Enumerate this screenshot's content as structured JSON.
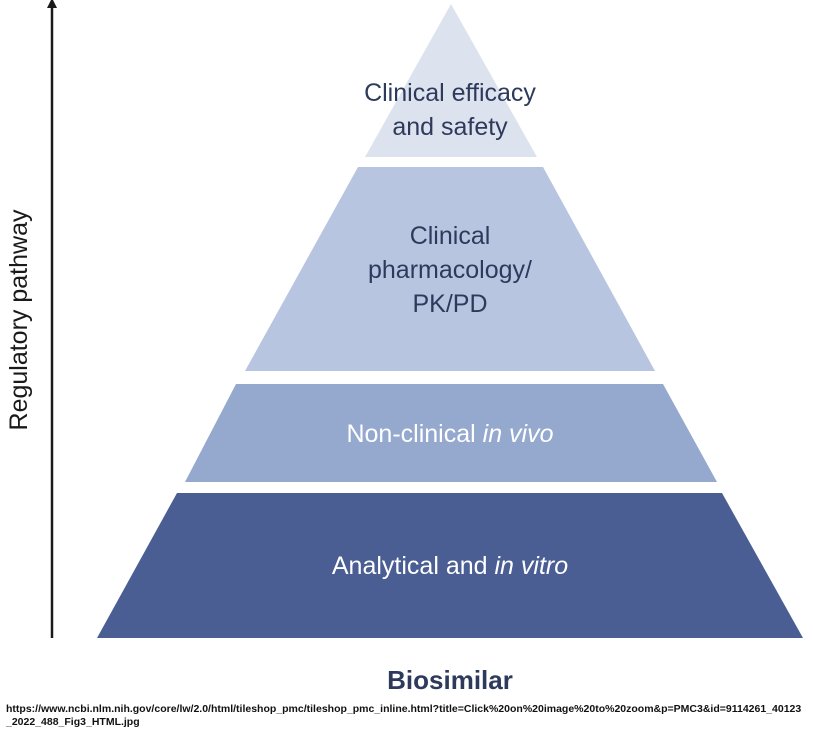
{
  "axis": {
    "label": "Regulatory pathway"
  },
  "tiers": [
    {
      "lines": [
        [
          {
            "text": "Clinical efficacy",
            "italic": false
          }
        ],
        [
          {
            "text": "and safety",
            "italic": false
          }
        ]
      ]
    },
    {
      "lines": [
        [
          {
            "text": "Clinical",
            "italic": false
          }
        ],
        [
          {
            "text": "pharmacology/",
            "italic": false
          }
        ],
        [
          {
            "text": "PK/PD",
            "italic": false
          }
        ]
      ]
    },
    {
      "lines": [
        [
          {
            "text": "Non-clinical ",
            "italic": false
          },
          {
            "text": "in vivo",
            "italic": true
          }
        ]
      ]
    },
    {
      "lines": [
        [
          {
            "text": "Analytical and ",
            "italic": false
          },
          {
            "text": "in vitro",
            "italic": true
          }
        ]
      ]
    }
  ],
  "bottom_label": "Biosimilar",
  "source_url": "https://www.ncbi.nlm.nih.gov/core/lw/2.0/html/tileshop_pmc/tileshop_pmc_inline.html?title=Click%20on%20image%20to%20zoom&p=PMC3&id=9114261_40123_2022_488_Fig3_HTML.jpg",
  "colors": {
    "tier_fills": [
      "#dde3ee",
      "#b8c5e0",
      "#95a8ce",
      "#4a5e94"
    ],
    "tier_text": [
      "#2e3a5c",
      "#2e3a5c",
      "#ffffff",
      "#ffffff"
    ],
    "axis": "#1a1a1a",
    "bottom_label": "#2e3a5c"
  }
}
